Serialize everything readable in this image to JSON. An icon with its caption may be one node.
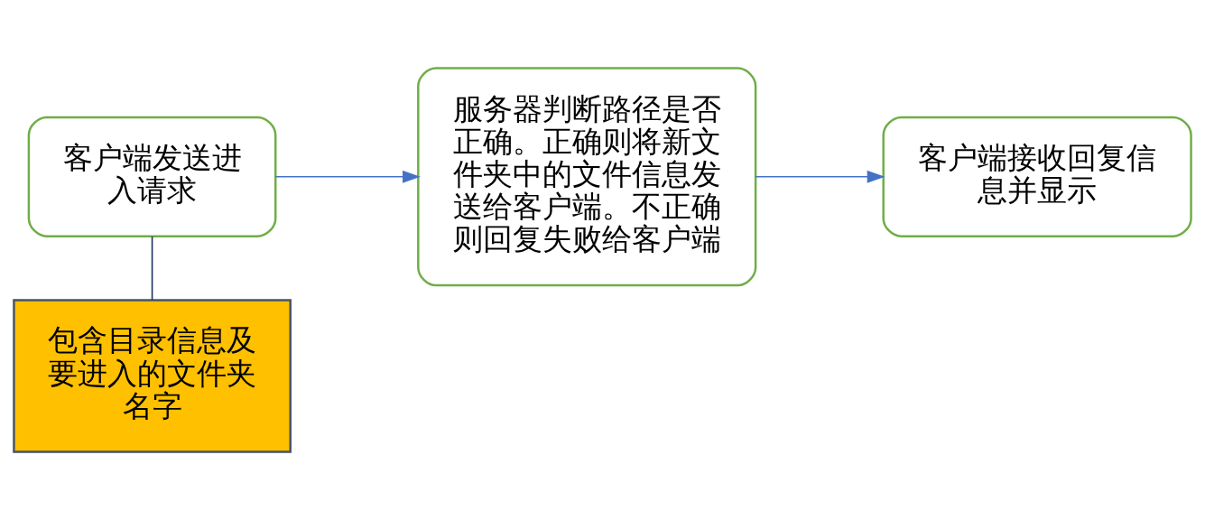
{
  "diagram": {
    "nodes": [
      {
        "text": [
          "客户端发送进入请求"
        ]
      },
      {
        "text": [
          "服务器判断路径是否正确。正确则将新文件夹中的文件信息发送给客户端。不正确则回复失败给客户端"
        ]
      },
      {
        "text": [
          "客户端接收回复信息并显示"
        ]
      },
      {
        "text": [
          "包含目录信息及要进入的文件夹名字"
        ]
      }
    ],
    "edges": [
      {
        "from": 0,
        "to": 1,
        "arrow": "to"
      },
      {
        "from": 1,
        "to": 2,
        "arrow": "to"
      },
      {
        "from": 3,
        "to": 0,
        "arrow": "none",
        "color": "#203864"
      }
    ]
  }
}
